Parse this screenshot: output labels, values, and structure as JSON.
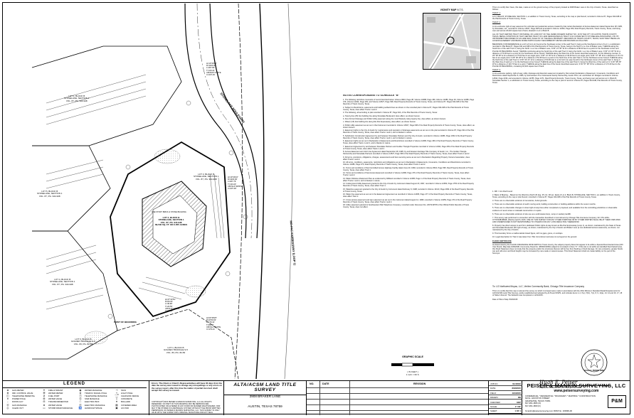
{
  "vicinity_map": {
    "title": "VICINITY MAP",
    "subtitle": "N.T.S."
  },
  "map_labels": {
    "boulevard": "STONELAKE BOULEVARD",
    "lot5": "LOT 5, BLOCK B\nSTONELAKE, SECTION 1\nVOL. 87, PG. 944-948",
    "lot1_left": "LOT 1, BLOCK B\nSTONELAKE, SECTION 1\nVOL. 87, PG. 944-948",
    "lot2_main": "LOT 2, BLOCK B\nSTONELAKE, SECTION 1\nVOL. 87, PG. 944-948\n89,530 SQ. FT. OR 2.055 ACRES",
    "lot3_right": "LOT 3, BLOCK B\nSTONELAKE, SECTION 1\nVOL. 87, PG. 944-948",
    "lot4_bottom": "LOT 4, BLOCK B\nSTONELAKE, SECTION 1\nVOL. 87, PG. 944-948",
    "lot6_bottom": "LOT 6, BLOCK B\nGOLDEN TRIANGLE S-5\nVOL. 83, PG. 82-83",
    "lot1_bottom": "LOT 1, BLOCK B\nGOLDEN TRIANGLE S-5\nVOL. 83, PG. 82-83",
    "mopac": "MO-PAC EXPRESSWAY (LOOP 1)",
    "building": "ONE STORY BRICK & STONE BUILDING",
    "curve1": "Δ=10°49'24\"\nR=1100.00'\nL=207.80'\nT=104.21'\nCB=N04°17'39\"E\nC=207.49'",
    "curve2": "Δ=10°49'24\"\nR=1100.00'\nL=207.79'\nT=104.20'\nCB=S14°49'58\"E\nC=207.48'",
    "curve3": "Δ=47°43'54\"\nR=60.00'\nL=49.98'\nT=26.55'\nCB=N14°11'36\"E\nC=48.55'",
    "curve4": "Δ=03°48'25\"\nR=2700.00'\nL=179.41'\nT=89.74'\nCB=S11°46'15\"E\nC=179.41'",
    "begin": "POINT OF BEGINNING"
  },
  "notes": {
    "heading": "NOTES CORRESPONDING TO SCHEDULE \"B\"",
    "items": [
      "1. The following restrictive covenants of record itemized below: Volume 9824, Page 38, Volume 10088, Page 469, Volume 12486, Page 94, Volume 12486, Page 476, Volume 12494, Page 209, and Volume 12527, Page 638, Real Property Records of Travis County, Texas, and Volume 87, Pages 944-948 of the Plat Records of Travis County, Texas.",
      "2. Subject to Restrictions, easements and building setback lines as shown on the recorded plat in Volume 87, Pages 944-948 of the Plat Records of Travis County, Texas, does affect Tracts 1 and 2.",
      "3. The following, all according to plat recorded in Volume 87, Page 944, of the Plat Records of Travis County, Texas:",
      "a. Twenty-five (25) foot building line along Stonelake Boulevard; does affect, as shown hereon.",
      "b. Five (5) foot Drainage and Public Utility easement along the most Westerly side property line, does affect, as shown hereon.",
      "c. Fifteen (15) foot building line along Mo-Pac Expressway, does affect, as shown hereon.",
      "d. Public utility easement as set out in that Instrument recorded in Volume 12527, Page 638 of the Real Property Records of Travis County, Texas, does affect, as shown hereon.",
      "4. Easement rights to the City of Austin for maintenance and operation of drainage easements as set out on the plat recorded in Volume 87, Page 944 of the Plat Records of Travis County, Texas, does affect Tracts 1 and 2, and is blanket in nature.",
      "5. Subdivision Construction Agreement by and between Stonelake Partners and the City of Austin, recorded in Volume 12086, Page 1052 of the Real Property Records of Travis County, Texas, does affect Tracts 1 and 2, and is blanket in nature.",
      "6. Easement rights as set out in Declaration of Easements and Restrictions recorded in Volume 12486, Page 469 of the Real Property Records of Travis County, Texas, does affect Tracts 1 and 2, and is blanket in nature.",
      "7. Easement Agreement by and between Stonelake Partners and Golden Triangle Properties recorded in Volume 12494, Page 209 of the Real Property Records of Travis County, Texas, does affect Tracts 1 and 2.",
      "8. Access Easement and Joint Use Agreement dated September 28, 1995, by and between Heritage Title Company of Austin, Inc., The Golden Triangle Partnership and Stonelake Partners recorded in Volume 12527, Page 638 of the Real Property Records of Travis County, Texas, does affect Tracts 1 and 2.",
      "9. All terms, provisions, obligations, charges, assessments and liens securing same as set out in Declaration Regarding Property Owners Association, does affect Tracts 1 and 2.",
      "10. All terms, conditions, easements, restrictions and obligations as set out in Declaration of Easements, Covenants, Conditions and Restrictions recorded in Volume 12486, Page 476, Real Property Records of Travis County, Texas, does affect Tracts 1 and 2.",
      "11. Terms and conditions of that Controlled Access Highway Facility dated June 20, 1984, recorded in Volume 8610, Page 595, Real Property Records of Travis County, Texas, does affect Tract 1.",
      "12. Terms and conditions of that Access Easement recorded in Volume 12486, Page 476 of the Real Property Records of Travis County, Texas, does affect Tracts 1 and 2.",
      "13. Water Pollution Abatement Plan as evidenced by Affidavit recorded in Volume 12486, Page 1 of the Real Property Records of Travis County, Texas, does affect Tracts 1 and 2, and is blanket in nature.",
      "14. Underground Utility Easement granted to the City of Austin by instrument dated August 20, 1997, recorded in Volume 12954, Page 1750 of the Real Property Records of Travis County, Texas, does affect Tract 1.",
      "15. Waterline easement granted to the City of Austin by instrument dated February 9, 1998, recorded in Volume 13110, Page 2094 of the Real Property Records of Travis County, Texas.",
      "16. Water line easement as set out in the Easement Agreement as recorded in Volume 12486, Page 477 of the Real Property Records of Travis County, Texas, does affect Tract 2.",
      "17. Cross access easement and sign easement as set out in the instrument dated August 14, 1998, recorded in Volume 13259, Page 474 of the Real Property Records of Travis County, Texas, does affect Tracts 1 and 2.",
      "18. Utility easement granted to Southwestern Bell Telephone Company, recorded under Document No. 2007213578 of the Official Public Records of Travis County, Texas, does not affect."
    ]
  },
  "description": {
    "intro": "This is to certify that I have, this date, made an on the ground survey of the property located at 3908 Braker Lane in the City of Austin, Texas, described as follows:",
    "tract1_h": "TRACT 1:",
    "tract1": "Lot 2, Block B, STONELAKE, SECTION 1, an addition in Travis County, Texas, according to the map or plat thereof, recorded in Volume 87, Pages 944-948 of the Plat Records of Travis County, Texas.",
    "tract2_h": "TRACT 2:",
    "tract2": "A non-exclusive right-of-way easement for vehicular and pedestrian access created by that certain Declaration of Access Easement dated September 28, 1995, by Stonelake, Ltd., recorded in Volume 12527, Page 638 and amended in Volume 12494, Page 209, Real Property Records, Travis County, Texas, and being over and across 18,024 square feet of land, situated in Lot 2, Block B.",
    "tract2b": "ALL OF THAT CERTAIN TRACT OR PARCEL OF LAND OUT OF THE JAMES ROGERS SURVEY NO. 19 IN THE CITY OF AUSTIN, TRAVIS COUNTY, TEXAS, BEING A PORTION OF THAT CERTAIN TRACT OF LAND DESIGNATED AS TRACT 3 AS CONVEYED TO STONELAKE ASSOCIATES, LTD. BY INSTRUMENT RECORDED IN VOLUME 9204, PAGE 767 OF THE REAL PROPERTY RECORDS OF TRAVIS COUNTY, TEXAS; SAID TRACT BEING AN ACCESS EASEMENT AND BEING MORE PARTICULARLY DESCRIBED BY METES AND BOUNDS AS FOLLOWS:",
    "metes": "BEGINNING FOR REFERENCE at a 1/2 inch iron pin found at the Southeast corner of the said Tract 3, being at the Southwest corner of Lot 1, a subdivision recorded in Plat Book 87, Pages 944 and 948 of the Plat Records of Travis County, Texas, being in the North r.o.w. line of Braker Lane; THENCE along the South line of the said Tract 3, being the North r.o.w. line of Braker Lane, N 60° 21' 45\" W for a distance of 80.00 feet to a point for the Southeast corner and PLACE OF BEGINNING hereof; THENCE continuing along the South line of the said Tract 3, being the North r.o.w. line of Braker Lane, N 60° 21' 45\" W for a distance of 70.00 feet to a point for the Southwest corner hereof; THENCE along the West line of the herein described easement, for the following courses: N 29° 38' 28\" E for a distance of 75.00 feet to an angle point; S 60° 21' 45\" E for a distance of 40.00 feet to an angle point; N 81° 07' 38\" E for a distance of 174.70 feet to an angle point; N 29° 38' 28\" E for a distance of 51.95 feet to a point in the North line of the said Tract 3, for the Northwest corner hereof; THENCE along the North line of the said Tract 3, S 59° 33' 21\" E for a distance of 50.00 feet to a 1/2 inch iron pipe found for the Northeast corner of the said Tract 3, being in the West line of said Lot 1, for the Northeast corner hereof; THENCE along the East line of the said Tract 3, being the West line of the said Lot 3, S 29° 38' 28\" W for a distance of 120.70 feet to a point; THENCE along the East line of the herein described easement, S 81° 07' 38\" W for a distance of 174.20 feet to the PLACE OF BEGINNING, containing 18,024 square feet of land.",
    "tract3_h": "TRACT 3:",
    "tract3": "A non-exclusive parking, right-of-way, utility, drainage and detention easement created by that certain Declaration of Easement, Covenants, Conditions and Restrictions dated September 8, 1995, by and between The Cottonwood Family Partnership, Austin-TPH, Ltd. and Robert W. Rodgers recorded in Volume 12534, Page 2239, and amended in Volume 12785, Page 1271, Real Property Records, Travis County, Texas, and being over and across Lot 1, Block B, Stonelake Section 1, a subdivision in Travis County, Texas, according to the map or plat of record in Volume 87, Pages 944-948, Plat Records of Travis County, Texas."
  },
  "plat_notes": {
    "items": [
      "1. IRF = Iron Rod Found",
      "2. Basis of Bearing -- Based on the West line (North 29 deg. 25 min. 48 sec. East) of Lot 2, Block B, STONELAKE, SECTION 1, an addition in Travis County, Texas, according to the map or plat thereof, recorded in Volume 87, Pages 944-948 of the Plat Records of Travis County, Texas.",
      "3. There are no observable evidence of cemeteries, burial grounds.",
      "4. There are no observable evidence of earth moving work, building construction or building additions within the recent months.",
      "5. There are no observable changes in street right-of-way lines either completed or proposed, and available from the controlling jurisdiction or observable evidence of recent street or sidewalk construction or repairs.",
      "6. There are no observable evidence of site use as a solid waste dump, sump or sanitary landfill.",
      "7. This survey was performed in connection with the transaction described in Commitment by Chicago Title Insurance Company, GF CTA-126A-CTT1504816BAB, effective April 8, 2015. USE OF THIS SURVEY FOR ANY OTHER PURPOSE OR BY OTHER PARTIES SHALL BE AT THEIR OWN RISK AND UNDERSIGNED IS NOT RESPONSIBLE TO OTHERS FOR ANY LOSS RESULTING THEREFROM.",
      "8. Property has direct access to and from dedicated Public rights-of-way known as Mo-Pac Expressway (Loop 1), as shown; maintained by the State of Texas and Stonelake Boulevard (50' right-of-way), as shown; maintained by the City of Austin and Braker Lane (a non-dedicated access easement), as shown; not maintained by the City of Austin.",
      "9. This boundary forms a mathematical closed figure, with no gaps, gores, or overlaps.",
      "10. Legal description for Tract 2 was taken from Title Commitment and was not surveyed on the ground.",
      "FLOOD CERTIFICATE",
      "As determined by the FLOOD INSURANCE RATE MAPS for Travis County, the subject property Does Not appear to lie within a Special Flood Hazard Area (100 Year Flood). Map date 9/26/2008, Community Panel No. 48453C0265H subject lot is located in Zone \"X\". If this site is not within an identified flood hazard area, this Flood Statement does not imply that the property and/or the structures thereon will be free from flooding or flood damage. On rare occasions, greater floods can and will occur and flood heights may be increased by man-made or natural causes. This Flood Statement shall not create liability on the part of the Surveyor."
    ]
  },
  "certification": {
    "to": "To: LG Northwest Mopac, LLC, Veritex Community Bank, Chicago Title Insurance Company",
    "body": "This is to certify that this map or plat and the survey on which it is based were made in accordance with the 2011 Minimum Standard Detail Requirements for ALTA/ACSM Land Title Surveys, jointly established and adopted by ALTA and NSPS, and includes items 1-4, 7(a), 7(b1), 7(c), 8, 9, 11(a), 13, 14 and 16, 17, 18 of Table A thereof. The fieldwork was completed on 4/21/2015.",
    "date": "Date of Plat or Map: 8/18/2015",
    "signature": "Hugh E. Peiser",
    "rpls": "Registered Professional Land Surveyor No. 3809",
    "seal": "HUGH E. PEISER 3809"
  },
  "scale": {
    "title": "GRAPHIC SCALE",
    "unit": "( IN FEET )",
    "ratio": "1 inch = 60 ft."
  },
  "title_block": {
    "legend_title": "LEGEND",
    "legend": [
      {
        "sym": "⊗",
        "label": "GAS METER"
      },
      {
        "sym": "⊕",
        "label": "IRR. CONTROL VALVE"
      },
      {
        "sym": "◫",
        "label": "TELEPHONE PEDESTAL"
      },
      {
        "sym": "✕",
        "label": "POWER POLE"
      },
      {
        "sym": "←",
        "label": "DOWN GUY"
      },
      {
        "sym": "Ⓖ",
        "label": "GAS MANHOLE"
      },
      {
        "sym": "◎",
        "label": "CLEAN OUT"
      },
      {
        "sym": "✦",
        "label": "FIRE HYDRANT"
      },
      {
        "sym": "Ⓦ",
        "label": "WATER METER"
      },
      {
        "sym": "⊘",
        "label": "FUEL PORT"
      },
      {
        "sym": "⊞",
        "label": "WATER VALVE"
      },
      {
        "sym": "⊟",
        "label": "TRANSFORMER PAD"
      },
      {
        "sym": "⊚",
        "label": "WATER VALVE"
      },
      {
        "sym": "▭",
        "label": "STORM DRAIN MANHOLE"
      },
      {
        "sym": "◉",
        "label": "WATER MANHOLE"
      },
      {
        "sym": "⊛",
        "label": "TRAFFIC SIGNAL POLE"
      },
      {
        "sym": "Ⓣ",
        "label": "TELEPHONE MANHOLE"
      },
      {
        "sym": "Ⓢ",
        "label": "SSM MANHOLE"
      },
      {
        "sym": "□",
        "label": "ELECTRIC BOX"
      },
      {
        "sym": "Ⓔ",
        "label": "ELECTRIC MANHOLE"
      },
      {
        "sym": "♿",
        "label": "HANDICAP SPACE"
      },
      {
        "sym": "⊣",
        "label": "SIGN"
      },
      {
        "sym": "✧",
        "label": "LIGHT POLE"
      },
      {
        "sym": "—x—",
        "label": "CHAINLINK FENCE"
      },
      {
        "sym": "▯",
        "label": "CONCRETE"
      },
      {
        "sym": "●",
        "label": "BOLLARD"
      },
      {
        "sym": "▤",
        "label": "COVERED AREA"
      },
      {
        "sym": "▣",
        "label": "A/C PAD"
      }
    ],
    "warning": "Errors: The Client or Client's Representatives will have 30 days from the date the survey was issued to change any misspellings or any errors on the survey report, after this time the matter of partial incorrect shall accept the survey as issued.",
    "copyright": "COPYRIGHT©2015 PEISER & MANKIN SURVEYING, LLC ALL RIGHTS RESERVED. NO PART OF THIS DRAWING MAY BE REPRODUCED, PHOTOCOPIED OR ALTERED IN ANY FORM OR MANNER WHATSOEVER, NOR MAY IT BE STORED IN A RETRIEVAL SYSTEM, WITHOUT THE PRIOR WRITTEN PERMISSION OF PEISER & MANKIN SURVEYING, LLC. THIS SURVEY IS ONLY VALID WITH THE SURVEYOR'S ORIGINAL SIGNATURE AND HOT SEAL.",
    "title": "ALTA/ACSM LAND TITLE SURVEY",
    "address": "3908 BRAKER LANE",
    "city": "AUSTIN, TEXAS 78759",
    "rev_headers": {
      "no": "NO.",
      "date": "DATE",
      "revision": "REVISION"
    },
    "info": [
      {
        "k": "JOB NO.",
        "v": "02-00010"
      },
      {
        "k": "DATE:",
        "v": "8/18/2015"
      },
      {
        "k": "FIELD:",
        "v": "4/21/2015"
      },
      {
        "k": "DRAWN:",
        "v": "RD"
      },
      {
        "k": "CHECKED:",
        "v": "HEP"
      },
      {
        "k": "SCALE:",
        "v": "1\"=60'"
      },
      {
        "k": "SHEET:",
        "v": "1 OF 1"
      }
    ],
    "firm": "PEISER & MANKIN SURVEYING, LLC",
    "web": "www.peisersurveying.com",
    "firm_addr": "COMMERCIAL * RESIDENTIAL * BOUNDARY * MAPPING * CONSTRUCTION\n623 E. HOUSTON STREET\nGRAPEVINE, TEXAS 76051\n817-481-1806 (O)\n817-481-1809 (F)",
    "firm_logo": "P&M",
    "firm_footer": "hmankin@peisersurveying.com   FIRM No. 100999-00"
  }
}
